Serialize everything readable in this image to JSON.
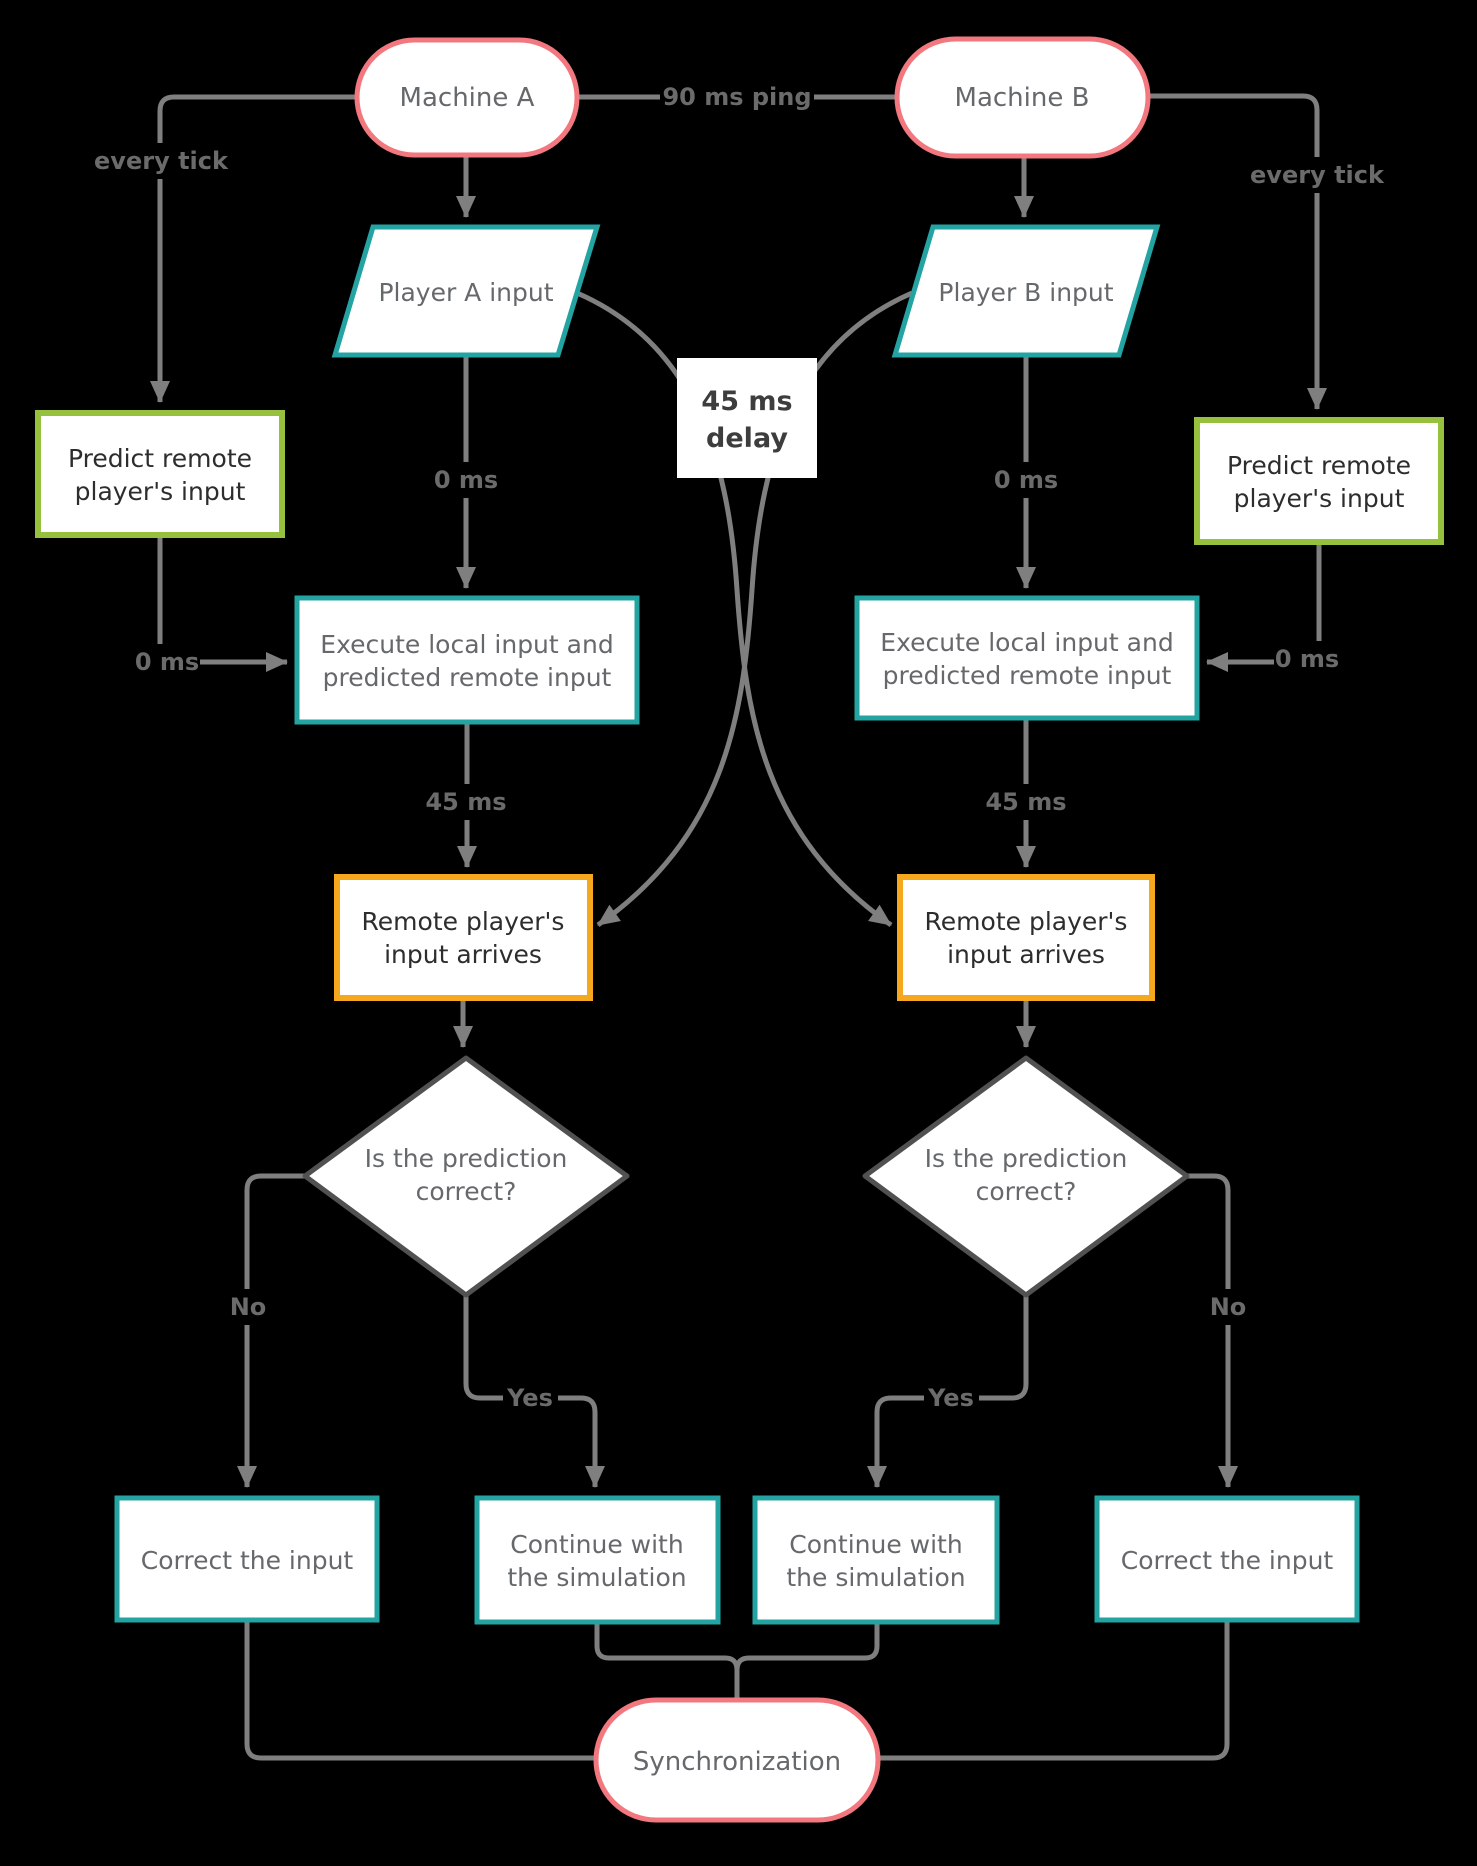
{
  "page": {
    "background": "#000000"
  },
  "palette": {
    "terminal_border": "#f2777e",
    "io_process_border": "#23a3a1",
    "predict_border": "#95c13e",
    "event_border": "#f5a71e",
    "decision_border": "#515151",
    "connector": "#7f7f7f",
    "node_fill": "#ffffff",
    "text_gray": "#66696c",
    "text_dark": "#2d2d2d",
    "edge_label_gray": "#6b6b6b"
  },
  "nodes": {
    "machine_a": {
      "label": "Machine A"
    },
    "machine_b": {
      "label": "Machine B"
    },
    "player_a_input": {
      "label": "Player A input"
    },
    "player_b_input": {
      "label": "Player B input"
    },
    "predict_a": {
      "lines": [
        "Predict remote",
        "player's input"
      ]
    },
    "predict_b": {
      "lines": [
        "Predict remote",
        "player's input"
      ]
    },
    "execute_a": {
      "lines": [
        "Execute local input and",
        "predicted remote input"
      ]
    },
    "execute_b": {
      "lines": [
        "Execute local input and",
        "predicted remote input"
      ]
    },
    "remote_arrives_a": {
      "lines": [
        "Remote player's",
        "input arrives"
      ]
    },
    "remote_arrives_b": {
      "lines": [
        "Remote player's",
        "input arrives"
      ]
    },
    "decision_a": {
      "lines": [
        "Is the prediction",
        "correct?"
      ]
    },
    "decision_b": {
      "lines": [
        "Is the prediction",
        "correct?"
      ]
    },
    "correct_a": {
      "label": "Correct the input"
    },
    "correct_b": {
      "label": "Correct the input"
    },
    "continue_a": {
      "lines": [
        "Continue with",
        "the simulation"
      ]
    },
    "continue_b": {
      "lines": [
        "Continue with",
        "the simulation"
      ]
    },
    "synchronization": {
      "label": "Synchronization"
    }
  },
  "edge_labels": {
    "ping": "90 ms ping",
    "every_tick_left": "every tick",
    "every_tick_right": "every tick",
    "delay": {
      "lines": [
        "45 ms",
        "delay"
      ]
    },
    "zero_ms_column_a": "0 ms",
    "zero_ms_column_b": "0 ms",
    "zero_ms_side_a": "0 ms",
    "zero_ms_side_b": "0 ms",
    "delay_45_a": "45 ms",
    "delay_45_b": "45 ms",
    "no_a": "No",
    "no_b": "No",
    "yes_a": "Yes",
    "yes_b": "Yes"
  }
}
